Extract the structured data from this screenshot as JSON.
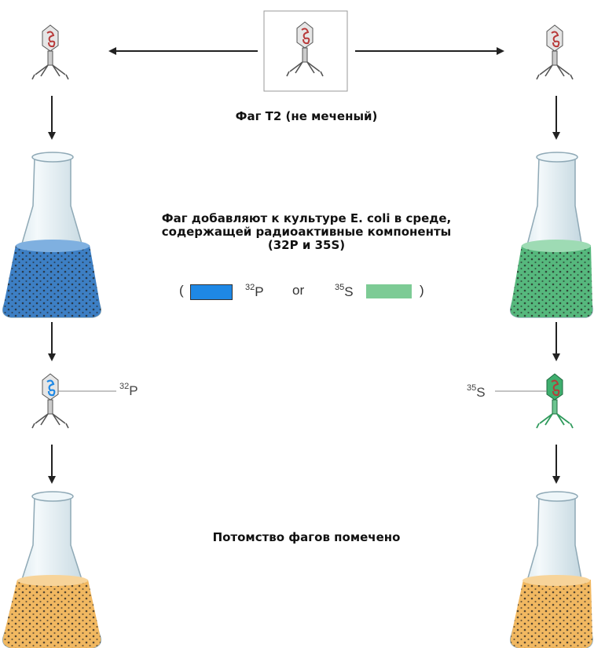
{
  "labels": {
    "phage_t2": "Фаг T2 (не меченый)",
    "added_line1": "Фаг добавляют к культуре E. coli в среде,",
    "added_line2": "содержащей радиоактивные компоненты",
    "added_line3": "(32P и 35S)",
    "progeny": "Потомство фагов помечено"
  },
  "legend": {
    "open_paren": "(",
    "p_mass": "32",
    "p_symbol": "P",
    "or": "or",
    "s_mass": "35",
    "s_symbol": "S",
    "close_paren": ")"
  },
  "isotopes": {
    "left": {
      "mass": "32",
      "symbol": "P"
    },
    "right": {
      "mass": "35",
      "symbol": "S"
    }
  },
  "colors": {
    "p32": "#1e88e5",
    "s35": "#7dcb95",
    "medium_blue": "#3d7fc4",
    "medium_green": "#56b87d",
    "medium_orange": "#f1b861",
    "phage_red": "#b83a3a",
    "phage_green": "#2f9a5c"
  }
}
